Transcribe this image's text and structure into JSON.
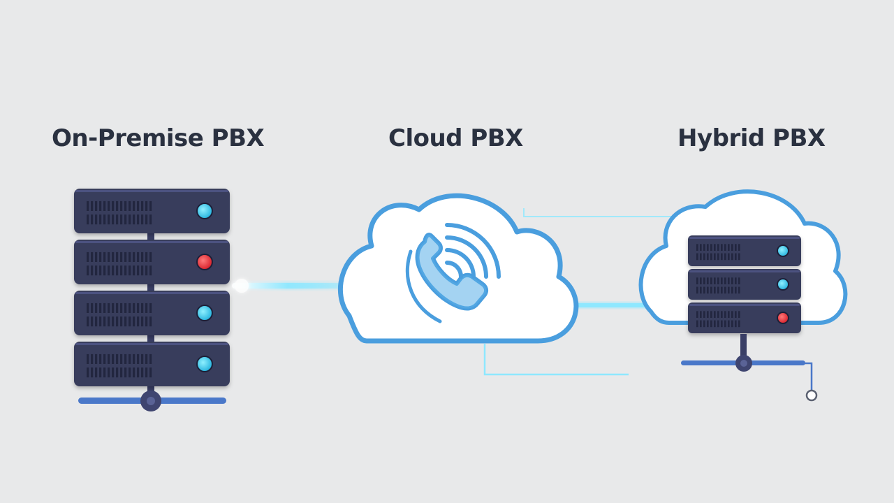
{
  "diagram": {
    "columns": [
      {
        "key": "on_premise",
        "title": "On-Premise PBX"
      },
      {
        "key": "cloud",
        "title": "Cloud PBX"
      },
      {
        "key": "hybrid",
        "title": "Hybrid PBX"
      }
    ],
    "on_premise_units": [
      {
        "led": "blue"
      },
      {
        "led": "red"
      },
      {
        "led": "blue"
      },
      {
        "led": "blue"
      }
    ],
    "hybrid_units": [
      {
        "led": "blue"
      },
      {
        "led": "blue"
      },
      {
        "led": "red"
      }
    ],
    "cloud_icon": "phone-handset-with-signal-waves-icon"
  },
  "colors": {
    "background": "#e8e9ea",
    "title_text": "#2a3140",
    "server_body": "#373c5c",
    "server_grille": "#232741",
    "led_blue": "#3cc4e8",
    "led_red": "#e8343c",
    "cloud_outline": "#4a9ede",
    "cloud_fill": "#ffffff",
    "connector_glow": "#7fe3ff",
    "network_bar": "#4a78c9"
  }
}
